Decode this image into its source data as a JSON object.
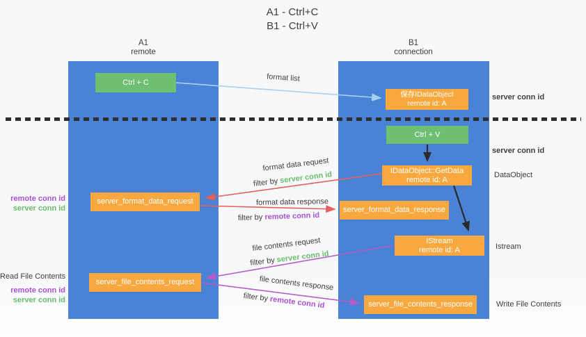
{
  "title": {
    "line1": "A1 - Ctrl+C",
    "line2": "B1 - Ctrl+V"
  },
  "lanes": {
    "left": {
      "name": "A1",
      "role": "remote"
    },
    "right": {
      "name": "B1",
      "role": "connection"
    }
  },
  "nodes": {
    "ctrl_c": {
      "label": "Ctrl + C"
    },
    "save_dataobject": {
      "line1": "保存IDataObject",
      "line2": "remote id: A"
    },
    "ctrl_v": {
      "label": "Ctrl + V"
    },
    "getdata": {
      "line1": "IDataObject::GetData",
      "line2": "remote id: A"
    },
    "server_format_data_request": {
      "label": "server_format_data_request"
    },
    "server_format_data_response": {
      "label": "server_format_data_response"
    },
    "istream": {
      "line1": "IStream",
      "line2": "remote id: A"
    },
    "server_file_contents_request": {
      "label": "server_file_contents_request"
    },
    "server_file_contents_response": {
      "label": "server_file_contents_response"
    }
  },
  "arrow_labels": {
    "format_list": "format list",
    "format_data_request": "format data request",
    "format_data_response": "format data response",
    "file_contents_request": "file contents request",
    "file_contents_response": "file contents response",
    "filter_by": "filter by",
    "server_conn_id": "server conn id",
    "remote_conn_id": "remote conn id"
  },
  "side_labels": {
    "server_conn_id_top": "server conn id",
    "server_conn_id_mid": "server conn id",
    "dataobject": "DataObject",
    "istream": "Istream",
    "write_file_contents": "Write File Contents",
    "read_file_contents": "Read File Contents",
    "remote_conn_id_1": "remote conn id",
    "server_conn_id_1": "server conn id",
    "remote_conn_id_2": "remote conn id",
    "server_conn_id_2": "server conn id"
  },
  "colors": {
    "lane_blue": "#4a82d6",
    "node_green": "#6fbf72",
    "node_orange": "#f8a83e",
    "arrow_blue": "#a6d2f2",
    "arrow_red": "#e4605c",
    "arrow_magenta": "#b65cc8",
    "text_green": "#69bd6c",
    "text_purple": "#ad4fd1"
  }
}
